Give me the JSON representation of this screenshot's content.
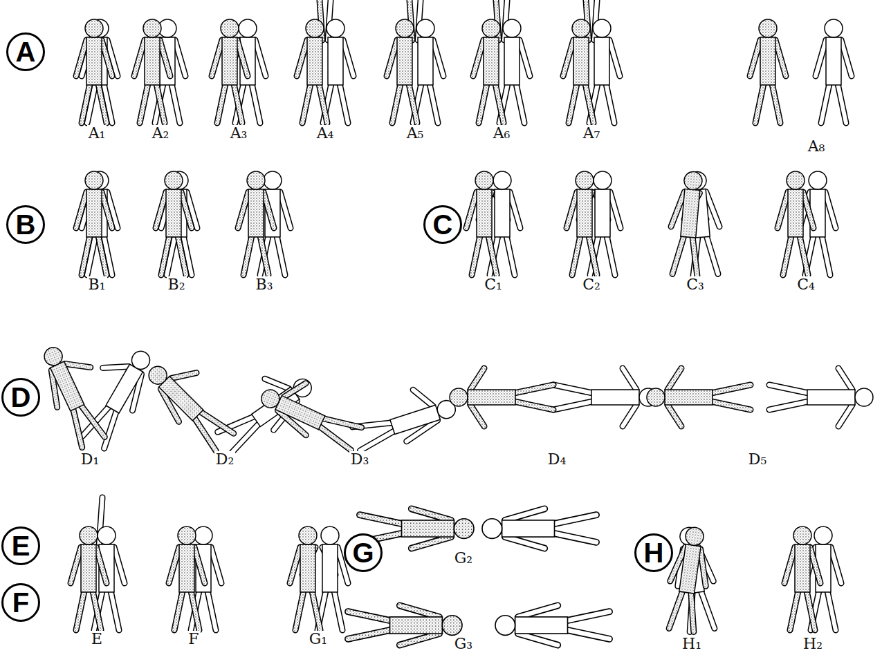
{
  "diagram": {
    "nodes": [
      {
        "text": [
          "A"
        ]
      },
      {
        "text": [
          "B"
        ]
      },
      {
        "text": [
          "C"
        ]
      },
      {
        "text": [
          "D"
        ]
      },
      {
        "text": [
          "E"
        ]
      },
      {
        "text": [
          "F"
        ]
      },
      {
        "text": [
          "G"
        ]
      },
      {
        "text": [
          "H"
        ]
      }
    ],
    "labels": [
      "A₁",
      "A₂",
      "A₃",
      "A₄",
      "A₅",
      "A₆",
      "A₇",
      "A₈",
      "B₁",
      "B₂",
      "B₃",
      "C₁",
      "C₂",
      "C₃",
      "C₄",
      "D₁",
      "D₂",
      "D₃",
      "D₄",
      "D₅",
      "E",
      "F",
      "G₁",
      "G₂",
      "G₃",
      "H₁",
      "H₂"
    ]
  }
}
